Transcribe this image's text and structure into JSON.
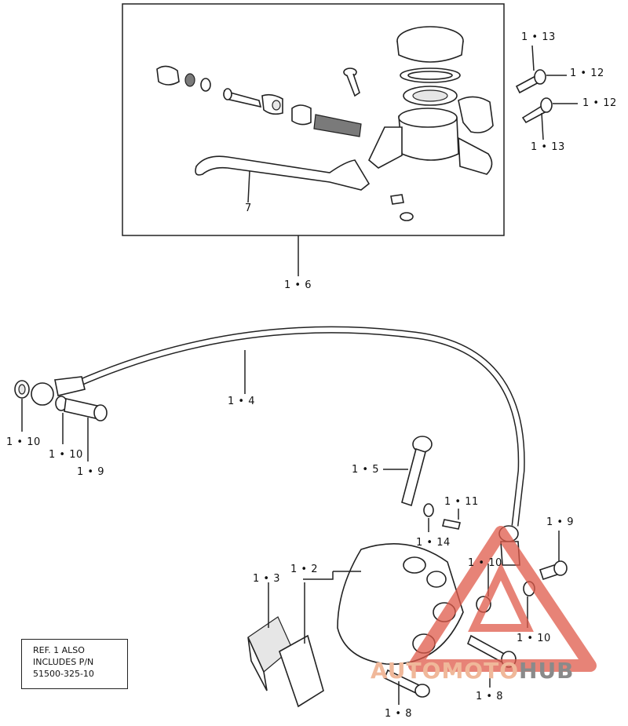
{
  "labels": {
    "l_1_13_top": "1 • 13",
    "l_1_12_top": "1 • 12",
    "l_1_12_mid": "1 • 12",
    "l_1_13_mid": "1 • 13",
    "l_7": "7",
    "l_1_6": "1 • 6",
    "l_1_4": "1 • 4",
    "l_1_10_left": "1 • 10",
    "l_1_10_left2": "1 • 10",
    "l_1_9_left": "1 • 9",
    "l_1_5": "1 • 5",
    "l_1_11": "1 • 11",
    "l_1_14": "1 • 14",
    "l_1_9_right": "1 • 9",
    "l_1_3": "1 • 3",
    "l_1_2": "1 • 2",
    "l_1_10_right1": "1 • 10",
    "l_1_10_right2": "1 • 10",
    "l_1_8_left": "1 • 8",
    "l_1_8_right": "1 • 8"
  },
  "note": {
    "line1": "REF. 1 ALSO",
    "line2": "INCLUDES P/N",
    "line3": "51500-325-10"
  },
  "watermark": {
    "part1": "AUTOMOTO",
    "part2": "HUB",
    "triangle_color": "#e05a4a",
    "text_color_light": "#f0b89a",
    "text_color_dark": "#8a8a8a"
  }
}
